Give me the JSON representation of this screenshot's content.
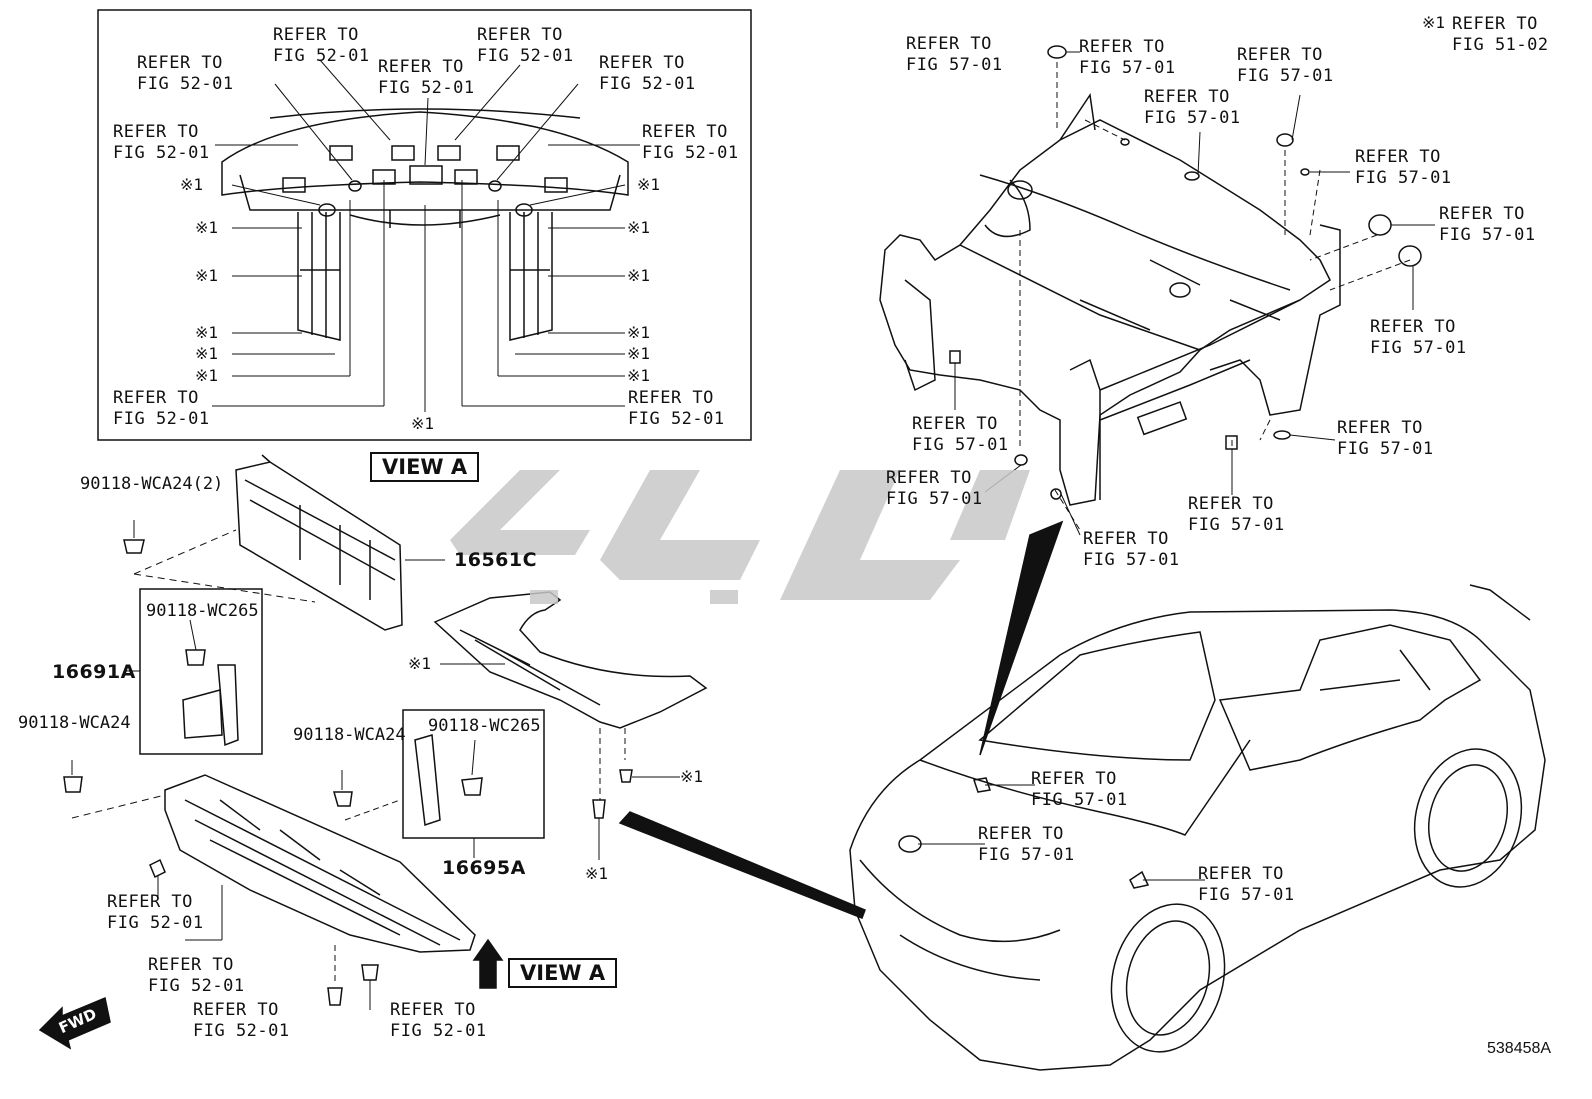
{
  "callouts": {
    "va_52_top1": "REFER TO\nFIG 52-01",
    "va_52_top2": "REFER TO\nFIG 52-01",
    "va_52_top3": "REFER TO\nFIG 52-01",
    "va_52_top4": "REFER TO\nFIG 52-01",
    "va_52_top5": "REFER TO\nFIG 52-01",
    "va_52_left": "REFER TO\nFIG 52-01",
    "va_52_right": "REFER TO\nFIG 52-01",
    "va_52_botleft": "REFER TO\nFIG 52-01",
    "va_52_botright": "REFER TO\nFIG 52-01",
    "fr_57_a": "REFER TO\nFIG 57-01",
    "fr_57_b": "REFER TO\nFIG 57-01",
    "fr_57_c": "REFER TO\nFIG 57-01",
    "fr_57_d": "REFER TO\nFIG 57-01",
    "fr_57_e": "REFER TO\nFIG 57-01",
    "fr_57_f": "REFER TO\nFIG 57-01",
    "fr_57_g": "REFER TO\nFIG 57-01",
    "fr_57_h": "REFER TO\nFIG 57-01",
    "fr_57_i": "REFER TO\nFIG 57-01",
    "fr_57_j": "REFER TO\nFIG 57-01",
    "fr_57_k": "REFER TO\nFIG 57-01",
    "fr_57_l": "REFER TO\nFIG 57-01",
    "car_57_a": "REFER TO\nFIG 57-01",
    "car_57_b": "REFER TO\nFIG 57-01",
    "car_57_c": "REFER TO\nFIG 57-01",
    "lo_52_a": "REFER TO\nFIG 52-01",
    "lo_52_b": "REFER TO\nFIG 52-01",
    "lo_52_c": "REFER TO\nFIG 52-01",
    "lo_52_d": "REFER TO\nFIG 52-01",
    "note_ref": "REFER TO\nFIG 51-02"
  },
  "note_mark": "※1",
  "view_label": "VIEW A",
  "parts": {
    "p1": "90118-WCA24(2)",
    "p2": "16561C",
    "p3": "90118-WC265",
    "p4": "16691A",
    "p5": "90118-WCA24",
    "p6": "90118-WCA24",
    "p7": "90118-WC265",
    "p8": "16695A"
  },
  "fwd_label": "FWD",
  "diagram_code": "538458A",
  "colors": {
    "line": "#111111",
    "watermark": "#c8c8c8",
    "background": "#ffffff"
  }
}
